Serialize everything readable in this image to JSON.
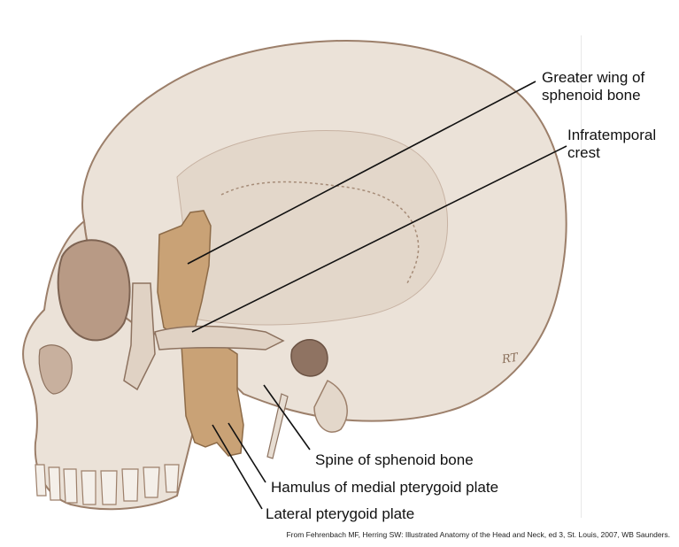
{
  "labels": {
    "greater_wing_line1": "Greater wing of",
    "greater_wing_line2": "sphenoid bone",
    "infratemporal_line1": "Infratemporal",
    "infratemporal_line2": "crest",
    "spine": "Spine of sphenoid bone",
    "hamulus": "Hamulus of medial pterygoid plate",
    "lateral_plate": "Lateral pterygoid plate"
  },
  "credit": "From Fehrenbach MF, Herring SW: Illustrated Anatomy of the Head and Neck, ed 3, St. Louis, 2007, WB Saunders.",
  "artist_initials": "RT",
  "colors": {
    "bone": "#ebe2d8",
    "bone_outline": "#9c7f6a",
    "sphenoid_highlight": "#c9a276",
    "shadow": "#b89a85",
    "leader_line": "#111111"
  }
}
